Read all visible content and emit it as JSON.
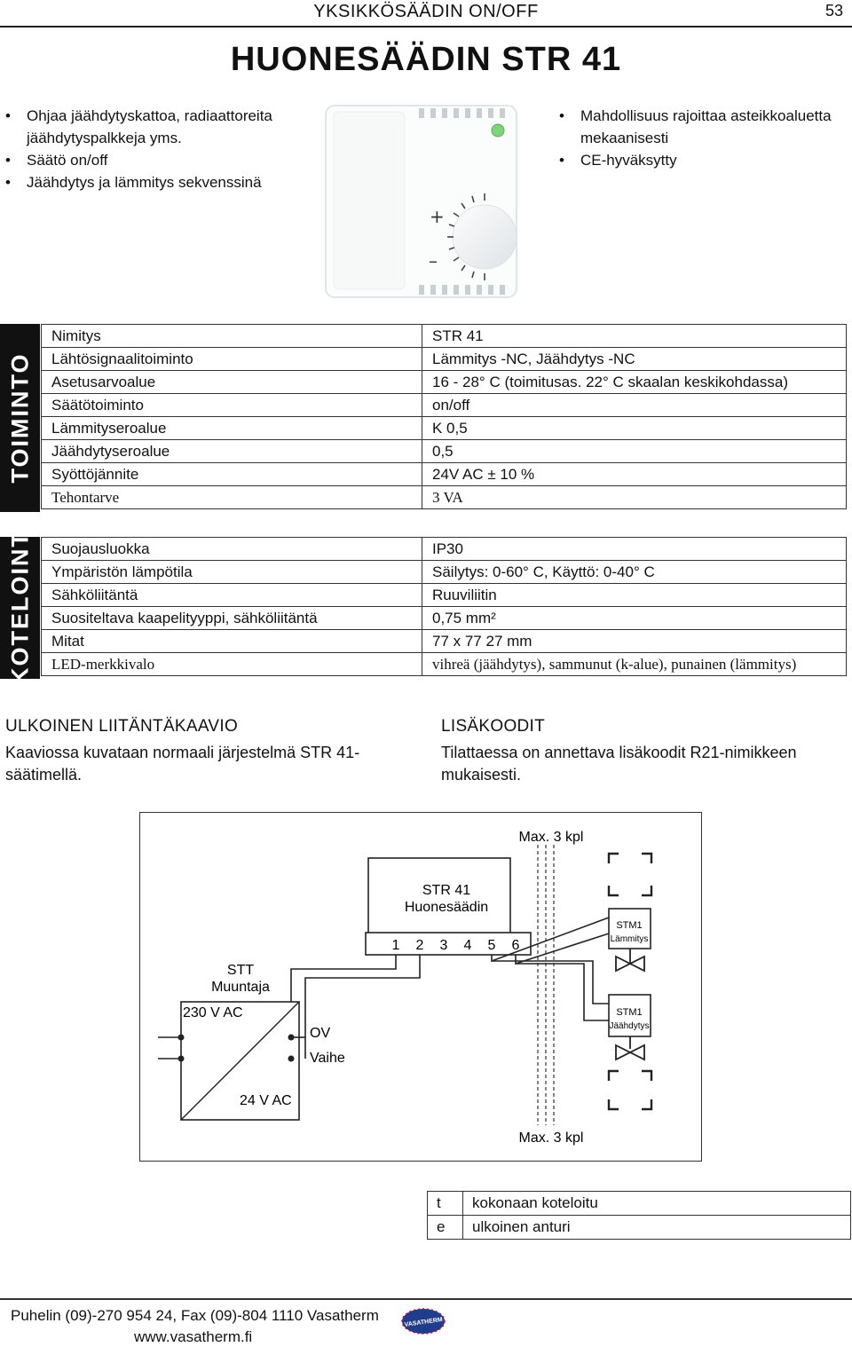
{
  "header": {
    "title": "YKSIKKÖSÄÄDIN ON/OFF",
    "page_number": "53"
  },
  "main_title": "HUONESÄÄDIN STR 41",
  "features_left": [
    "Ohjaa jäähdytyskattoa, radiaattoreita jäähdytyspalkkeja yms.",
    "Säätö on/off",
    "Jäähdytys ja lämmitys sekvenssinä"
  ],
  "features_right": [
    "Mahdollisuus rajoittaa asteikkoaluetta mekaanisesti",
    "CE-hyväksytty"
  ],
  "device": {
    "plus": "+",
    "minus": "–"
  },
  "toiminto": {
    "label": "TOIMINTO",
    "rows": [
      {
        "name": "Nimitys",
        "value": "STR 41"
      },
      {
        "name": "Lähtösignaalitoiminto",
        "value": "Lämmitys -NC, Jäähdytys -NC"
      },
      {
        "name": "Asetusarvoalue",
        "value": "16 - 28° C (toimitusas. 22° C skaalan keskikohdassa)"
      },
      {
        "name": "Säätötoiminto",
        "value": "on/off"
      },
      {
        "name": "Lämmityseroalue",
        "value": "K 0,5"
      },
      {
        "name": "Jäähdytyseroalue",
        "value": "0,5"
      },
      {
        "name": "Syöttöjännite",
        "value": "24V AC ± 10 %"
      },
      {
        "name": "Tehontarve",
        "value": "3 VA"
      }
    ]
  },
  "kotelointi": {
    "label": "KOTELOINT",
    "rows": [
      {
        "name": "Suojausluokka",
        "value": "IP30"
      },
      {
        "name": "Ympäristön lämpötila",
        "value": "Säilytys: 0-60° C, Käyttö: 0-40° C"
      },
      {
        "name": "Sähköliitäntä",
        "value": "Ruuviliitin"
      },
      {
        "name": "Suositeltava kaapelityyppi, sähköliitäntä",
        "value": "0,75 mm²"
      },
      {
        "name": "Mitat",
        "value": "77 x 77 27 mm"
      },
      {
        "name": "LED-merkkivalo",
        "value": "vihreä (jäähdytys), sammunut (k-alue), punainen (lämmitys)"
      }
    ]
  },
  "section_left": {
    "heading": "ULKOINEN LIITÄNTÄKAAVIO",
    "text": "Kaaviossa kuvataan normaali järjestelmä STR 41-säätimellä."
  },
  "section_right": {
    "heading": "LISÄKOODIT",
    "text": "Tilattaessa on annettava lisäkoodit R21-nimikkeen mukaisesti."
  },
  "diagram": {
    "max_top": "Max. 3 kpl",
    "max_bottom": "Max. 3 kpl",
    "controller_name": "STR 41",
    "controller_label": "Huonesäädin",
    "terminals": [
      "1",
      "2",
      "3",
      "4",
      "5",
      "6"
    ],
    "transformer_name": "STT",
    "transformer_label": "Muuntaja",
    "input_voltage": "230 V AC",
    "output_voltage": "24 V AC",
    "ov_label": "OV",
    "phase_label": "Vaihe",
    "actuator_heat_name": "STM1",
    "actuator_heat_label": "Lämmitys",
    "actuator_cool_name": "STM1",
    "actuator_cool_label": "Jäähdytys"
  },
  "legend": [
    {
      "code": "t",
      "desc": "kokonaan koteloitu"
    },
    {
      "code": "e",
      "desc": "ulkoinen anturi"
    }
  ],
  "footer": {
    "contact": "Puhelin (09)-270 954 24, Fax (09)-804 1110 Vasatherm",
    "website": "www.vasatherm.fi",
    "logo_text": "VASATHERM"
  }
}
